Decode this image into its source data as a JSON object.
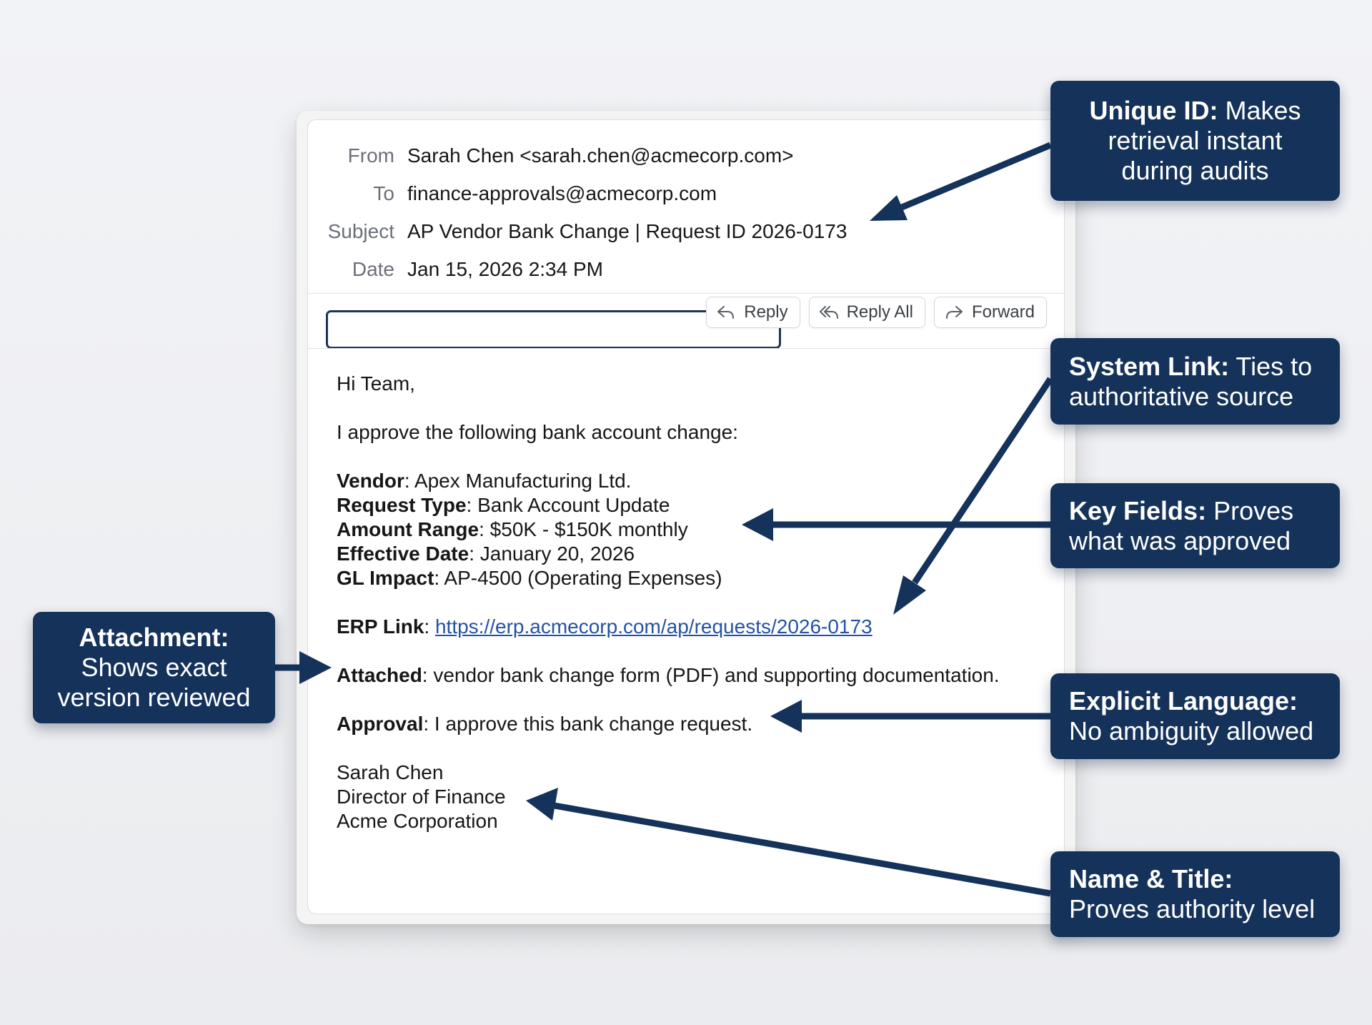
{
  "email": {
    "headers": [
      {
        "label": "From",
        "value": "Sarah Chen <sarah.chen@acmecorp.com>"
      },
      {
        "label": "To",
        "value": "finance-approvals@acmecorp.com"
      },
      {
        "label": "Subject",
        "value": "AP Vendor Bank Change | Request ID 2026-0173"
      },
      {
        "label": "Date",
        "value": "Jan 15, 2026 2:34 PM"
      }
    ],
    "toolbar": {
      "reply": "Reply",
      "reply_all": "Reply All",
      "forward": "Forward"
    },
    "body": {
      "greeting": "Hi Team,",
      "intro": "I approve the following bank account change:",
      "fields": [
        {
          "label": "Vendor",
          "value": ": Apex Manufacturing Ltd."
        },
        {
          "label": "Request Type",
          "value": ": Bank Account Update"
        },
        {
          "label": "Amount Range",
          "value": ": $50K - $150K monthly"
        },
        {
          "label": "Effective Date",
          "value": ": January 20, 2026"
        },
        {
          "label": "GL Impact",
          "value": ": AP-4500 (Operating Expenses)"
        }
      ],
      "erp_label": "ERP Link",
      "erp_sep": ": ",
      "erp_url": "https://erp.acmecorp.com/ap/requests/2026-0173",
      "attached_label": "Attached",
      "attached_value": ": vendor bank change form (PDF) and supporting documentation.",
      "approval_label": "Approval",
      "approval_value": ": I approve this bank change request.",
      "signature": [
        "Sarah Chen",
        "Director of Finance",
        "Acme Corporation"
      ]
    }
  },
  "callouts": {
    "unique_id": {
      "title": "Unique ID:",
      "text_1": " Makes",
      "text_2": "retrieval instant",
      "text_3": "during audits"
    },
    "system_link": {
      "title": "System Link:",
      "text_1": " Ties to",
      "text_2": "authoritative source"
    },
    "key_fields": {
      "title": "Key Fields:",
      "text_1": " Proves",
      "text_2": "what was approved"
    },
    "attachment": {
      "title": "Attachment:",
      "text_1": "Shows exact",
      "text_2": "version reviewed"
    },
    "explicit_language": {
      "title": "Explicit Language:",
      "text_1": "No ambiguity allowed"
    },
    "name_title": {
      "title": "Name & Title:",
      "text_1": "Proves authority level"
    }
  },
  "icons": [
    "reply-icon",
    "reply-all-icon",
    "forward-icon"
  ],
  "colors": {
    "callout_bg": "#14325a",
    "arrow": "#14325a",
    "link": "#2452a3",
    "subject_highlight": "#1c3557"
  }
}
